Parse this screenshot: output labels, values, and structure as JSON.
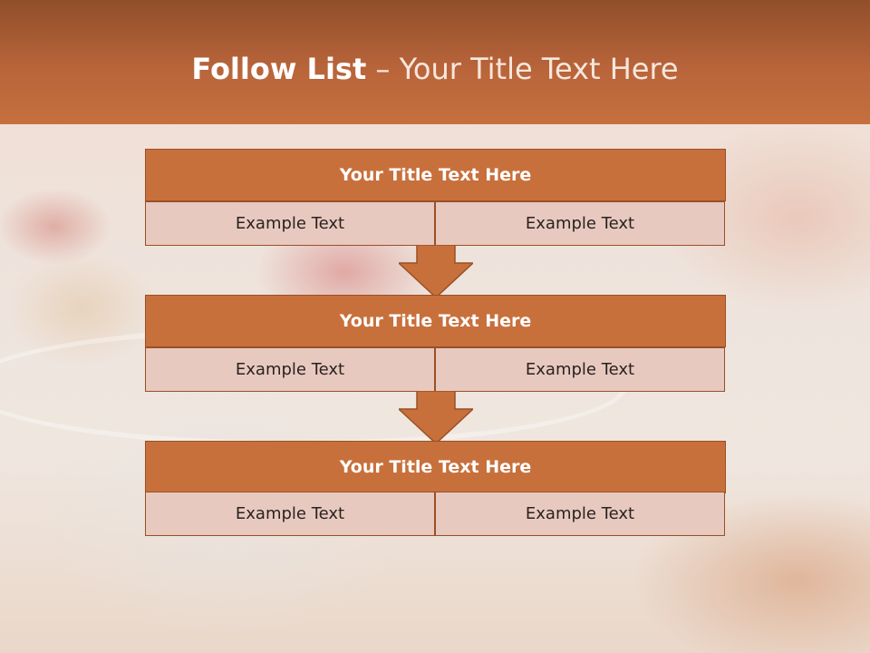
{
  "slide": {
    "title_bold": "Follow List",
    "title_rest": " – Your Title Text Here"
  },
  "blocks": [
    {
      "title": "Your Title Text Here",
      "left": "Example Text",
      "right": "Example Text"
    },
    {
      "title": "Your Title Text Here",
      "left": "Example Text",
      "right": "Example Text"
    },
    {
      "title": "Your Title Text Here",
      "left": "Example Text",
      "right": "Example Text"
    }
  ],
  "colors": {
    "header": "#c6703f",
    "title_box": "#c8703c",
    "cell": "#e8c9c0",
    "border": "#9a5024"
  }
}
